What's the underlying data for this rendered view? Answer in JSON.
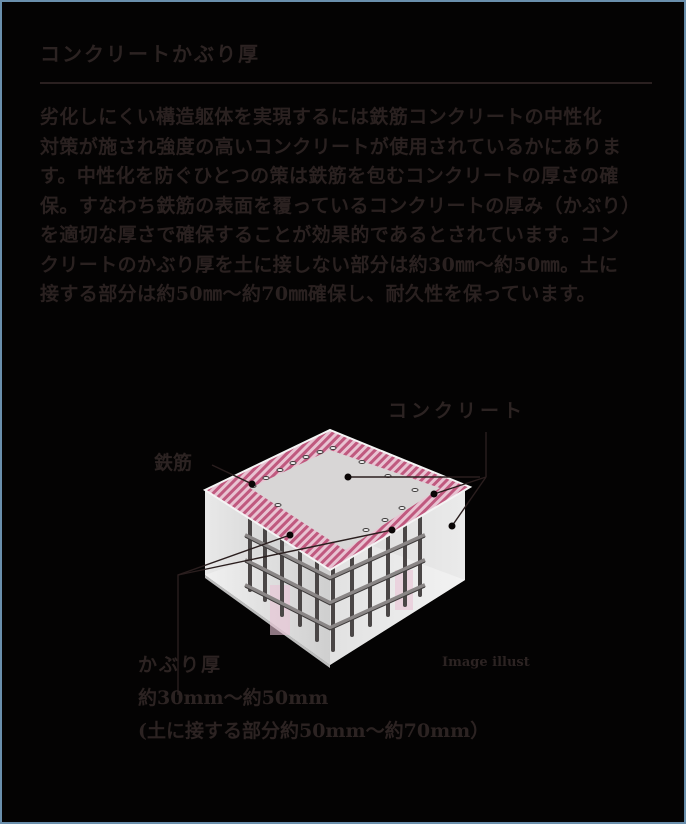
{
  "title": "コンクリートかぶり厚",
  "body": {
    "lines": [
      "劣化しにくい構造躯体を実現するには鉄筋コンクリートの中性化",
      "対策が施され強度の高いコンクリートが使用されているかにありま",
      "す。中性化を防ぐひとつの策は鉄筋を包むコンクリートの厚さの確",
      "保。すなわち鉄筋の表面を覆っているコンクリートの厚み（かぶり）",
      "を適切な厚さで確保することが効果的であるとされています。コン",
      "クリートのかぶり厚を土に接しない部分は約30㎜～約50㎜。土に",
      "接する部分は約50㎜～約70㎜確保し、耐久性を保っています。"
    ]
  },
  "diagram": {
    "labels": {
      "concrete": "コンクリート",
      "rebar": "鉄筋",
      "cover": "かぶり厚",
      "cover_range": "約30mm～約50mm",
      "cover_soil": "(土に接する部分約50mm～約70mm）",
      "illustration_note": "Image illust"
    },
    "colors": {
      "cover_stripe": "#c96a8c",
      "concrete": "#d6d6d6",
      "rebar": "#5a5656",
      "leader": "#2a1e1e"
    }
  },
  "colors": {
    "background": "#040303",
    "border": "#6a8fac",
    "text": "#2a2120"
  }
}
